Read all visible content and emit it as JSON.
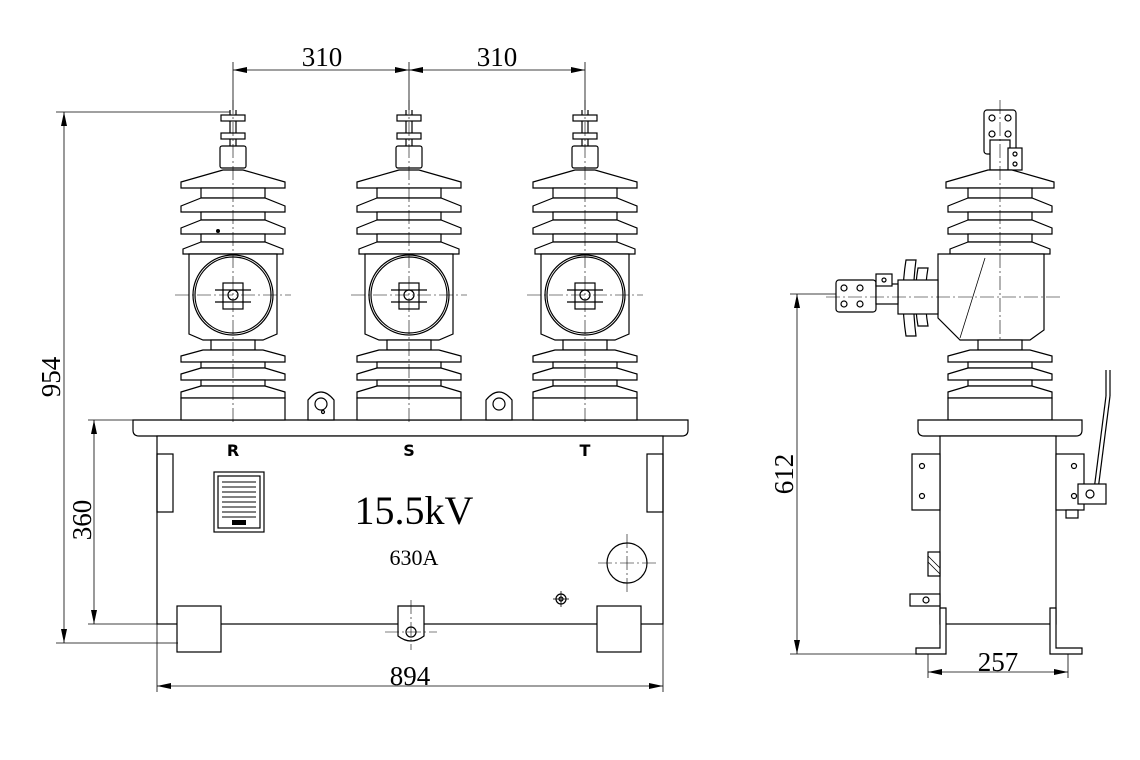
{
  "front_view": {
    "dimensions": {
      "pitch_left": "310",
      "pitch_right": "310",
      "overall_height": "954",
      "tank_height": "360",
      "overall_width": "894"
    },
    "phase_labels": [
      "R",
      "S",
      "T"
    ],
    "rating_voltage": "15.5kV",
    "rating_current": "630A"
  },
  "side_view": {
    "dimensions": {
      "side_terminal_height": "612",
      "base_depth": "257"
    }
  }
}
